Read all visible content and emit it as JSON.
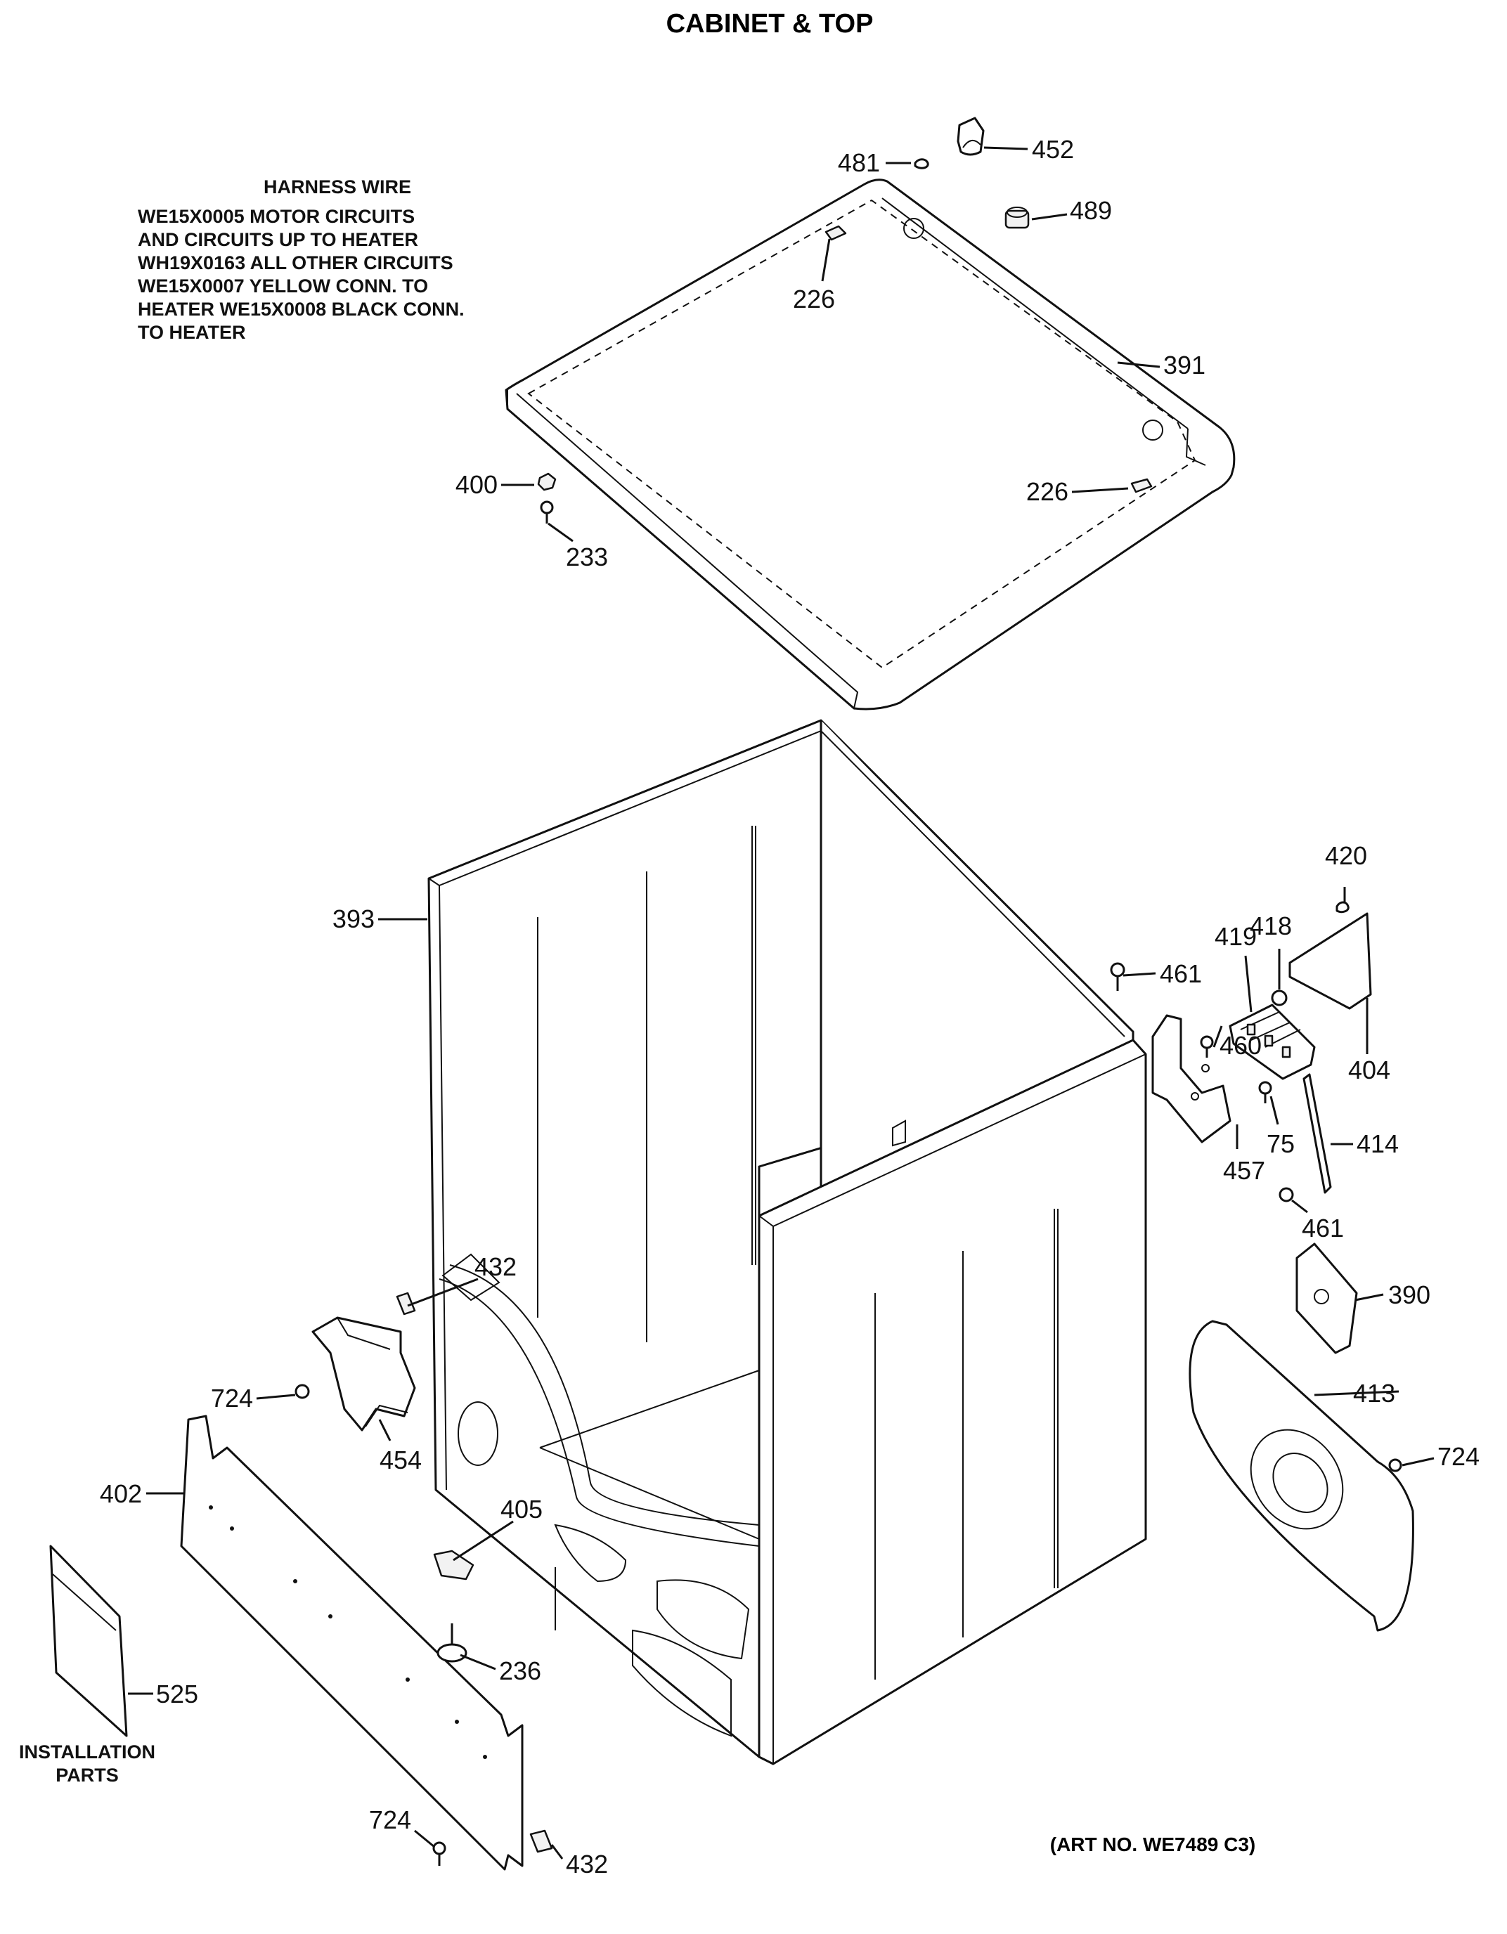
{
  "title": "CABINET & TOP",
  "art_number": "(ART NO. WE7489 C3)",
  "harness_note": {
    "heading": "HARNESS WIRE",
    "lines": [
      "WE15X0005 MOTOR CIRCUITS",
      "AND CIRCUITS UP TO HEATER",
      "WH19X0163 ALL OTHER CIRCUITS",
      "WE15X0007 YELLOW CONN. TO",
      "HEATER WE15X0008 BLACK CONN.",
      "TO HEATER"
    ]
  },
  "installation_label": [
    "INSTALLATION",
    "PARTS"
  ],
  "callouts": {
    "c481": "481",
    "c452": "452",
    "c489": "489",
    "c226a": "226",
    "c391": "391",
    "c400": "400",
    "c233": "233",
    "c226b": "226",
    "c393": "393",
    "c420": "420",
    "c418": "418",
    "c419": "419",
    "c461a": "461",
    "c460": "460",
    "c404": "404",
    "c75": "75",
    "c414": "414",
    "c457": "457",
    "c461b": "461",
    "c390": "390",
    "c432a": "432",
    "c724a": "724",
    "c454": "454",
    "c413": "413",
    "c724b": "724",
    "c402": "402",
    "c405": "405",
    "c525": "525",
    "c236": "236",
    "c724c": "724",
    "c432b": "432"
  }
}
